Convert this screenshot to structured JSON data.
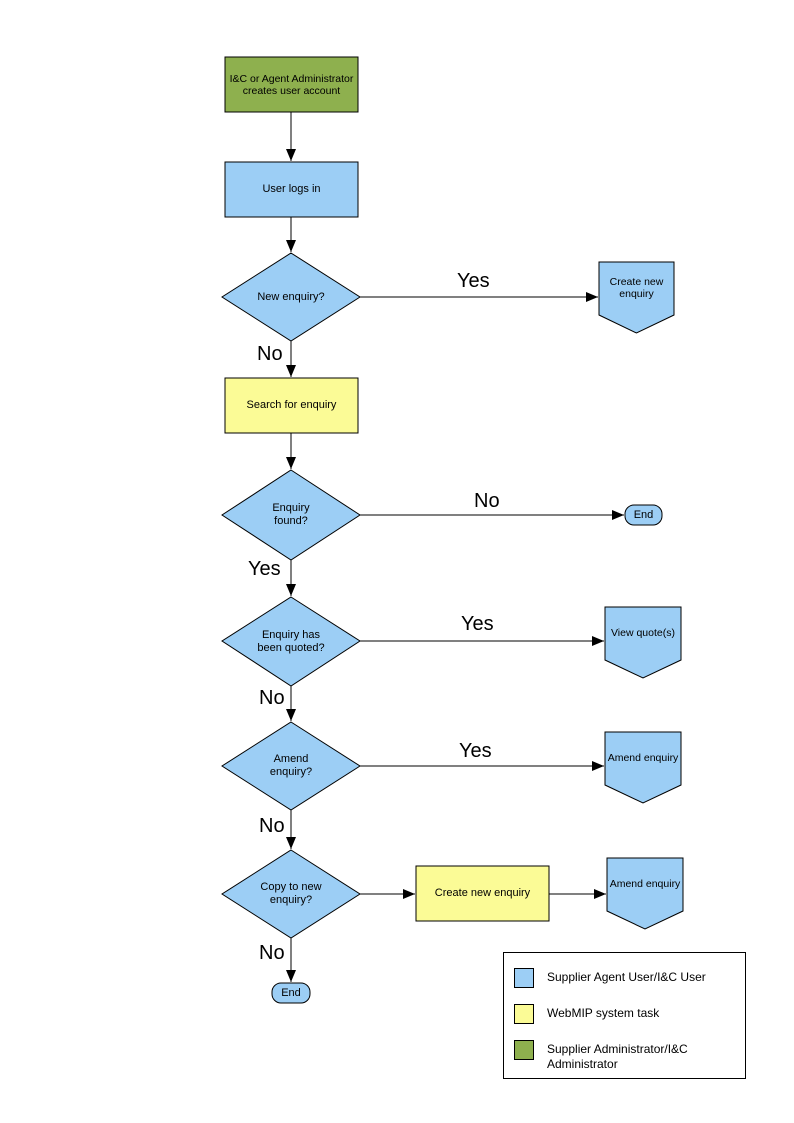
{
  "flowchart": {
    "nodes": {
      "admin_creates_account": {
        "label": "I&C or Agent Administrator\ncreates user account"
      },
      "user_logs_in": {
        "label": "User logs in"
      },
      "new_enquiry": {
        "label": "New enquiry?"
      },
      "create_new_enquiry_action": {
        "label": "Create new\nenquiry"
      },
      "search_for_enquiry": {
        "label": "Search for enquiry"
      },
      "enquiry_found": {
        "label": "Enquiry\nfound?"
      },
      "end_1": {
        "label": "End"
      },
      "enquiry_quoted": {
        "label": "Enquiry has\nbeen quoted?"
      },
      "view_quotes": {
        "label": "View quote(s)"
      },
      "amend_enquiry_q": {
        "label": "Amend\nenquiry?"
      },
      "amend_enquiry_action_1": {
        "label": "Amend enquiry"
      },
      "copy_to_new_enquiry": {
        "label": "Copy to new\nenquiry?"
      },
      "create_new_enquiry_task": {
        "label": "Create new enquiry"
      },
      "amend_enquiry_action_2": {
        "label": "Amend enquiry"
      },
      "end_2": {
        "label": "End"
      }
    },
    "edge_labels": {
      "new_enquiry_yes": "Yes",
      "new_enquiry_no": "No",
      "enquiry_found_no": "No",
      "enquiry_found_yes": "Yes",
      "quoted_yes": "Yes",
      "quoted_no": "No",
      "amend_yes": "Yes",
      "amend_no": "No",
      "copy_no": "No"
    },
    "colors": {
      "user_shape": "#9CCEF5",
      "system_shape": "#FBFB96",
      "admin_shape": "#8EB04E",
      "outline": "#000000"
    }
  },
  "legend": {
    "items": [
      {
        "color": "#9CCEF5",
        "label": "Supplier Agent User/I&C User"
      },
      {
        "color": "#FBFB96",
        "label": "WebMIP system task"
      },
      {
        "color": "#8EB04E",
        "label": "Supplier Administrator/I&C Administrator"
      }
    ]
  }
}
